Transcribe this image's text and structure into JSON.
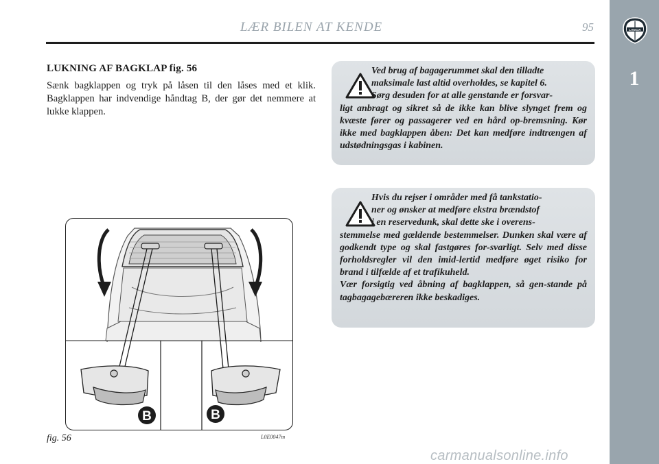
{
  "header": {
    "running_head": "LÆR BILEN AT KENDE",
    "page_number": "95"
  },
  "sidebar": {
    "chapter_number": "1",
    "logo_text": "LANCIA"
  },
  "section": {
    "heading": "LUKNING AF BAGKLAP fig. 56",
    "body": "Sænk bagklappen og tryk på låsen til den låses med et klik. Bagklappen har indvendige håndtag B, der gør det nemmere at lukke klappen."
  },
  "warnings": [
    {
      "lines": [
        "Ved brug af bagagerummet skal den tilladte",
        "maksimale last altid overholdes, se kapitel 6.",
        "Sørg desuden for at alle genstande er forsvar-",
        "ligt anbragt og sikret så de ikke kan blive slynget frem og kvæste fører og passagerer ved en hård op-bremsning. Kør ikke med bagklappen åben: Det kan medføre indtrængen af udstødningsgas i kabinen."
      ]
    },
    {
      "lines": [
        "Hvis du rejser i områder med få tankstatio-",
        "ner og ønsker at medføre ekstra brændstof",
        "i en reservedunk, skal dette ske i overens-",
        "stemmelse med gældende bestemmelser. Dunken skal være af godkendt type og skal fastgøres for-svarligt. Selv med disse forholdsregler vil den imid-lertid medføre øget risiko for brand i tilfælde af et trafikuheld.",
        "Vær forsigtig ved åbning af bagklappen, så gen-stande på tagbagagebæreren ikke beskadiges."
      ]
    }
  ],
  "figure": {
    "caption": "fig. 56",
    "code": "L0E0047m",
    "callout_left": "B",
    "callout_right": "B"
  },
  "watermark": "carmanualsonline.info",
  "colors": {
    "side_band": "#99a5ad",
    "warning_bg": "#d8dde0",
    "header_text": "#9aa4ac"
  }
}
